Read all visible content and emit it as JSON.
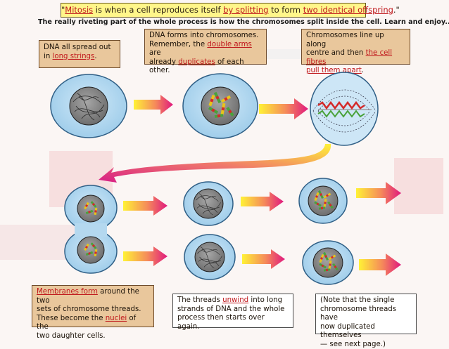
{
  "header": {
    "title_parts": [
      "\"",
      "Mitosis",
      " is when a cell reproduces itself ",
      "by splitting",
      " to form ",
      "two identical offspring",
      ".\""
    ],
    "subtitle": "The really riveting part of the whole process is how the chromosomes split inside the cell.  Learn and enjoy..."
  },
  "notes": {
    "strings": {
      "lines": [
        "DNA all spread out",
        "in "
      ],
      "u": "long strings",
      "tail": "."
    },
    "chromosomes": {
      "l1": "DNA forms into chromosomes.",
      "l2a": "Remember, the ",
      "u1": "double arms",
      "l2b": " are",
      "l3a": "already ",
      "u2": "duplicates",
      "l3b": " of each other."
    },
    "lineup": {
      "l1": "Chromosomes line up along",
      "l2a": "centre and then ",
      "u": "the cell fibres",
      "l3": "pull them apart",
      "tail": "."
    },
    "membranes": {
      "u": "Membranes form",
      "l1b": " around the two",
      "l2": "sets of chromosome threads.",
      "l3a": "These become the ",
      "u2": "nuclei",
      "l3b": " of the",
      "l4": "two daughter cells."
    },
    "threads": {
      "l1a": "The threads ",
      "u": "unwind",
      "l1b": " into long",
      "l2": "strands of DNA and the whole",
      "l3": "process then starts over again."
    },
    "single": {
      "l1": "(Note that the single",
      "l2": "chromosome threads have",
      "l3": "now duplicated themselves",
      "l4": "— see next page.)"
    }
  },
  "colors": {
    "cell": "#a9d3ee",
    "cell_edge": "#2f5f86",
    "nucleus": "#8c8c8c",
    "arrow_start": "#fff236",
    "arrow_end": "#e0197e"
  }
}
